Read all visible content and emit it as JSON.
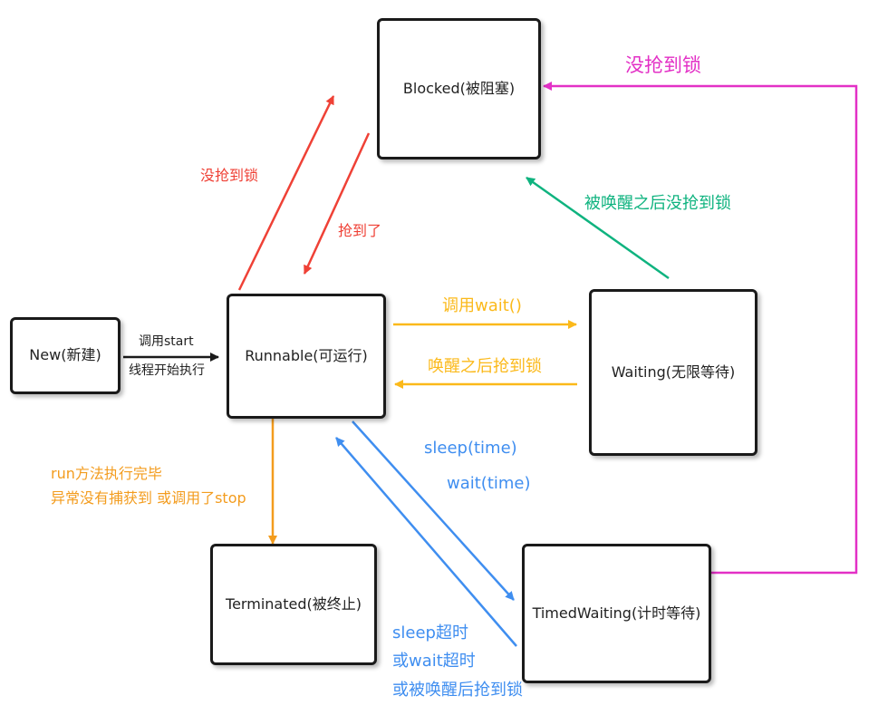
{
  "states": {
    "blocked": "Blocked(被阻塞)",
    "new": "New(新建)",
    "runnable": "Runnable(可运行)",
    "waiting": "Waiting(无限等待)",
    "terminated": "Terminated(被终止)",
    "timed_waiting": "TimedWaiting(计时等待)"
  },
  "labels": {
    "not_got_lock_red": "没抢到锁",
    "got_lock": "抢到了",
    "call_start": "调用start",
    "thread_start": "线程开始执行",
    "call_wait": "调用wait()",
    "woken_got_lock": "唤醒之后抢到锁",
    "woken_not_got_lock": "被唤醒之后没抢到锁",
    "not_got_lock_magenta": "没抢到锁",
    "sleep_time": "sleep(time)",
    "wait_time": "wait(time)",
    "run_done": "run方法执行完毕",
    "exception": "异常没有捕获到 或调用了stop",
    "sleep_timeout": "sleep超时",
    "wait_timeout": "或wait超时",
    "woken_then_lock": "或被唤醒后抢到锁"
  },
  "colors": {
    "red": "#ef4136",
    "yellow": "#fbb91a",
    "green": "#0fb37f",
    "blue": "#3f8ef0",
    "orange": "#f39c1e",
    "magenta": "#e330c6",
    "black": "#1a1a1a"
  }
}
